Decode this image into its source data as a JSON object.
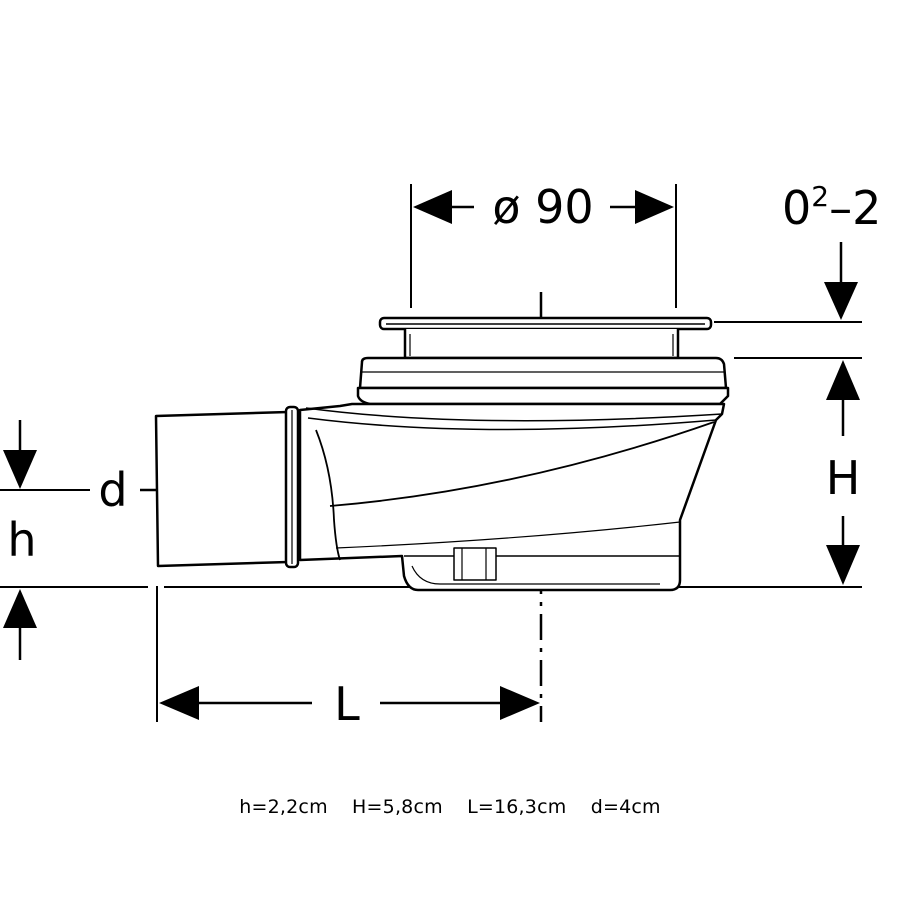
{
  "labels": {
    "diameter": "ø 90",
    "top_adjust_base": "0",
    "top_adjust_sup": "2",
    "top_adjust_rest": "–2",
    "height_H": "H",
    "pipe_d": "d",
    "offset_h": "h",
    "length_L": "L"
  },
  "caption": {
    "h": "h=2,2cm",
    "H": "H=5,8cm",
    "L": "L=16,3cm",
    "d": "d=4cm"
  }
}
